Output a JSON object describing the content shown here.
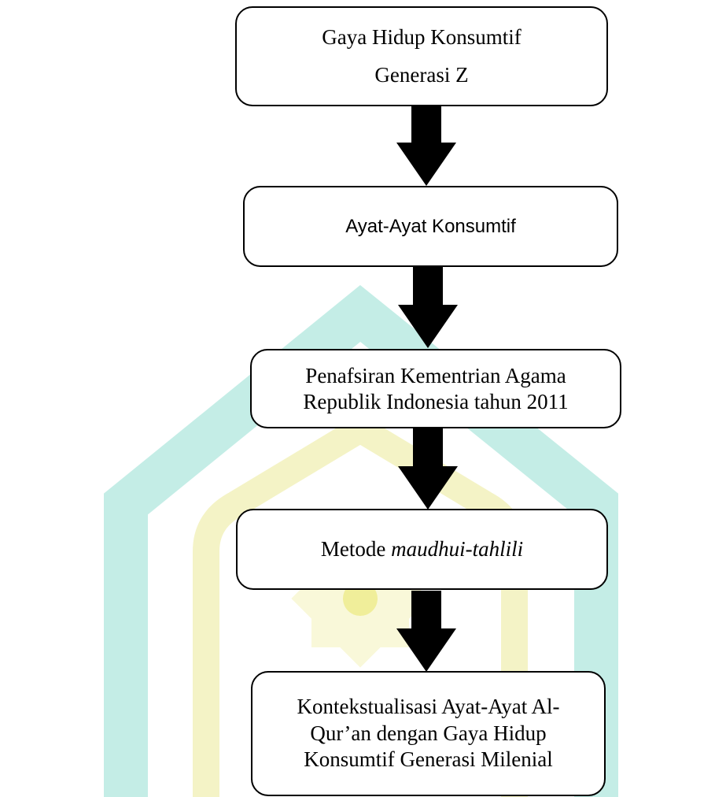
{
  "flowchart": {
    "steps": [
      {
        "lines": [
          "Gaya Hidup Konsumtif",
          "Generasi Z"
        ]
      },
      {
        "lines": [
          "Ayat-Ayat Konsumtif"
        ]
      },
      {
        "lines": [
          "Penafsiran Kementrian Agama",
          "Republik Indonesia tahun 2011"
        ]
      },
      {
        "prefix": "Metode ",
        "emphasis": "maudhui-tahlili"
      },
      {
        "lines": [
          "Kontekstualisasi Ayat-Ayat Al-",
          "Qur’an dengan Gaya Hidup",
          "Konsumtif Generasi Milenial"
        ]
      }
    ]
  },
  "colors": {
    "box_border": "#000000",
    "arrow": "#000000",
    "text": "#000000",
    "watermark_teal": "#c4ede6",
    "watermark_yellow": "#f4f3c6"
  }
}
